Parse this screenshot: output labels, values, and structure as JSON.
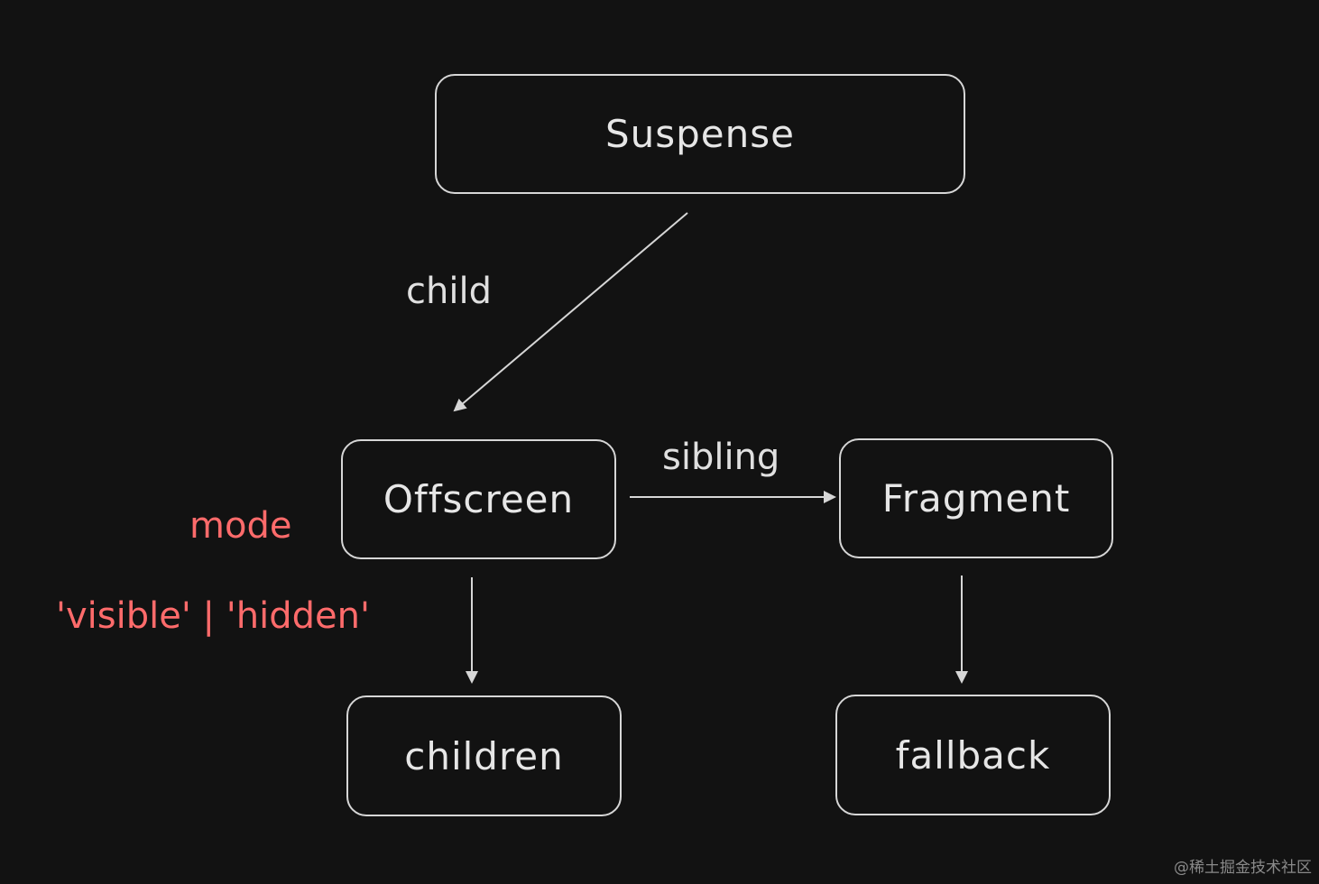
{
  "nodes": {
    "suspense": "Suspense",
    "offscreen": "Offscreen",
    "fragment": "Fragment",
    "children": "children",
    "fallback": "fallback"
  },
  "edges": {
    "child": "child",
    "sibling": "sibling"
  },
  "annotations": {
    "mode": "mode",
    "mode_values": "'visible' | 'hidden'"
  },
  "watermark": "@稀土掘金技术社区",
  "colors": {
    "background": "#121212",
    "stroke": "#d6d6d6",
    "text": "#e6e6e6",
    "accent": "#ff6b6b"
  }
}
